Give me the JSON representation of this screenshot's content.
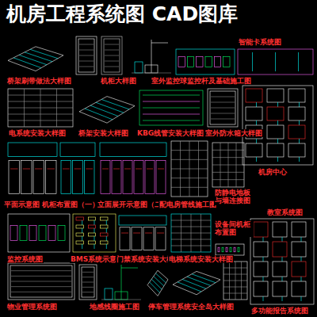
{
  "diagram": {
    "title": "机房工程系统图 CAD图库",
    "labels": [
      "智能卡系统图",
      "桥架刷带做法大样图",
      "机柜大样图",
      "室外监控球监控杆及基础施工图",
      "电系统安装大样图",
      "桥架安装大样图",
      "KBG线管安装大样图",
      "室外防水箱大样图",
      "机房中心",
      "平面示意图 机柜布置图（一）",
      "立面展开示意图（二）",
      "配电房管线施工图",
      "防静电地板与墙连接图",
      "设备间机柜布置图",
      "教室系统图",
      "监控系统图",
      "BMS系统示意图",
      "门禁系统安装大样图",
      "电梯系统安装大样图",
      "物业管理系统图",
      "地感线圈施工图",
      "停车管理系统安全岛大样图",
      "多功能报告系统图"
    ]
  }
}
